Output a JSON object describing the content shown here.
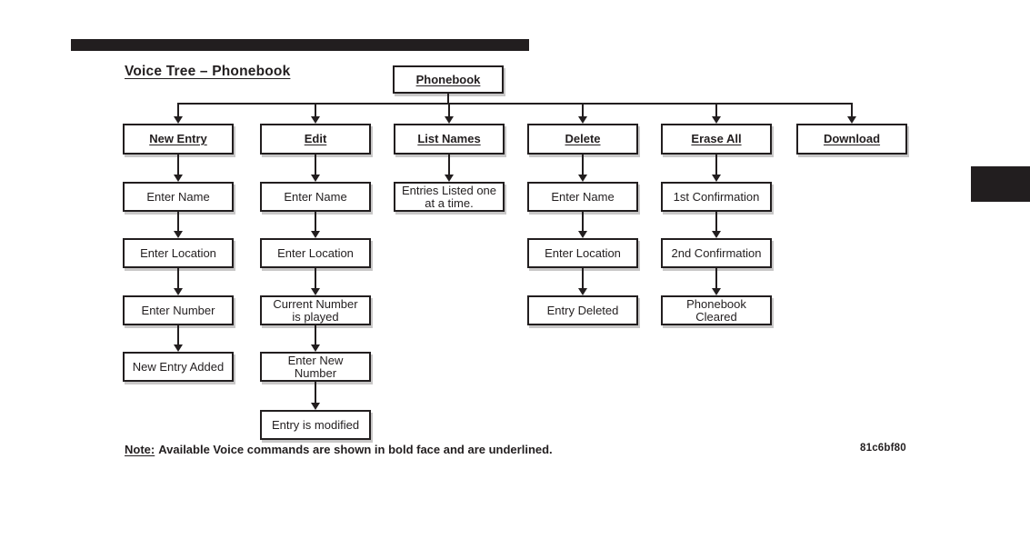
{
  "page": {
    "title": "Voice Tree – Phonebook",
    "note_label": "Note:",
    "note_text": "Available Voice commands are shown in bold face and are underlined.",
    "figure_code": "81c6bf80"
  },
  "colors": {
    "ink": "#221e1f",
    "background": "#ffffff"
  },
  "tree": {
    "root": {
      "label": "Phonebook"
    },
    "columns": [
      {
        "label": "New Entry",
        "children": [
          "Enter Name",
          "Enter Location",
          "Enter Number",
          "New Entry Added"
        ]
      },
      {
        "label": "Edit",
        "children": [
          "Enter Name",
          "Enter Location",
          "Current Number\nis played",
          "Enter New\nNumber",
          "Entry is modified"
        ]
      },
      {
        "label": "List Names",
        "children": [
          "Entries Listed one\nat a time."
        ]
      },
      {
        "label": "Delete",
        "children": [
          "Enter Name",
          "Enter Location",
          "Entry Deleted"
        ]
      },
      {
        "label": "Erase All",
        "children": [
          "1st Confirmation",
          "2nd Confirmation",
          "Phonebook\nCleared"
        ]
      },
      {
        "label": "Download",
        "children": []
      }
    ]
  }
}
